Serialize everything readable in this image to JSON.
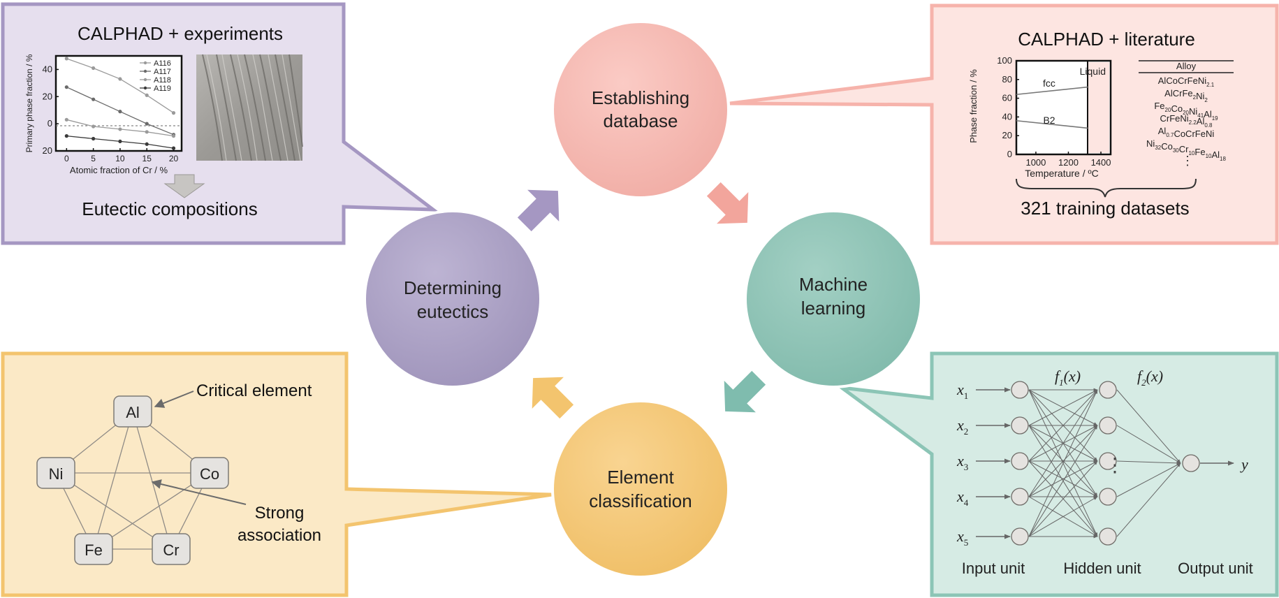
{
  "colors": {
    "purple_panel_fill": "#e6dfee",
    "purple_panel_border": "#a597c2",
    "purple_circle": "#a99ec3",
    "pink_panel_fill": "#fde5e1",
    "pink_panel_border": "#f6b3ab",
    "pink_circle": "#f5b8b1",
    "teal_panel_fill": "#d6ebe4",
    "teal_panel_border": "#8cc5b6",
    "teal_circle": "#8fc4b6",
    "yellow_panel_fill": "#fbe9c6",
    "yellow_panel_border": "#f3c46e",
    "yellow_circle": "#f5c877"
  },
  "cycle": {
    "establishing": [
      "Establishing",
      "database"
    ],
    "machine": [
      "Machine",
      "learning"
    ],
    "element": [
      "Element",
      "classification"
    ],
    "determining": [
      "Determining",
      "eutectics"
    ]
  },
  "experiments_panel": {
    "title": "CALPHAD + experiments",
    "result": "Eutectic compositions",
    "chart_ylabel": "Primary phase fraction / %",
    "chart_xlabel": "Atomic fraction of Cr / %",
    "x_ticks": [
      "0",
      "5",
      "10",
      "15",
      "20"
    ],
    "y_ticks": [
      "40",
      "20",
      "0",
      "20"
    ],
    "legend": [
      "A116",
      "A117",
      "A118",
      "A119"
    ]
  },
  "literature_panel": {
    "title": "CALPHAD + literature",
    "result": "321 training datasets",
    "chart_ylabel": "Phase fraction / %",
    "chart_xlabel": "Temperature / ºC",
    "x_ticks": [
      "1000",
      "1200",
      "1400"
    ],
    "y_ticks": [
      "0",
      "20",
      "40",
      "60",
      "80",
      "100"
    ],
    "phase_labels": {
      "fcc": "fcc",
      "b2": "B2",
      "liquid": "Liquid"
    },
    "alloy_header": "Alloy",
    "alloys": [
      {
        "base": [
          "AlCoCrFeNi"
        ],
        "sub": [
          "2.1"
        ]
      },
      {
        "base": [
          "AlCrFe",
          "Ni"
        ],
        "sub": [
          "2",
          "2"
        ]
      },
      {
        "base": [
          "Fe",
          "Co",
          "Ni",
          "Al"
        ],
        "sub": [
          "20",
          "20",
          "41",
          "19"
        ]
      },
      {
        "base": [
          "CrFeNi",
          "Al"
        ],
        "sub": [
          "2.2",
          "0.8"
        ]
      },
      {
        "base": [
          "Al",
          "CoCrFeNi"
        ],
        "sub": [
          "0.7",
          ""
        ]
      },
      {
        "base": [
          "Ni",
          "Co",
          "Cr",
          "Fe",
          "Al"
        ],
        "sub": [
          "32",
          "30",
          "10",
          "10",
          "18"
        ]
      }
    ],
    "ellipsis": "⋮"
  },
  "network_panel": {
    "inputs": [
      "x",
      "x",
      "x",
      "x",
      "x"
    ],
    "input_subs": [
      "1",
      "2",
      "3",
      "4",
      "5"
    ],
    "f1": "f",
    "f1_sub": "1",
    "f1_arg": "(x)",
    "f2": "f",
    "f2_sub": "2",
    "f2_arg": "(x)",
    "output": "y",
    "hidden_dots": "⋮",
    "labels": [
      "Input unit",
      "Hidden unit",
      "Output unit"
    ]
  },
  "element_panel": {
    "nodes": [
      "Al",
      "Ni",
      "Co",
      "Fe",
      "Cr"
    ],
    "critical": "Critical element",
    "strong": [
      "Strong",
      "association"
    ]
  },
  "chart_data": [
    {
      "type": "line",
      "title": "",
      "xlabel": "Atomic fraction of Cr / %",
      "ylabel": "Primary phase fraction / %",
      "x": [
        0,
        5,
        10,
        15,
        20
      ],
      "series": [
        {
          "name": "A116",
          "values": [
            48,
            41,
            33,
            21,
            8
          ]
        },
        {
          "name": "A117",
          "values": [
            27,
            18,
            9,
            0,
            -8
          ]
        },
        {
          "name": "A118",
          "values": [
            3,
            -2,
            -4,
            -6,
            -9
          ]
        },
        {
          "name": "A119",
          "values": [
            -9,
            -11,
            -13,
            -15,
            -18
          ]
        }
      ],
      "xlim": [
        -2,
        21.5
      ],
      "ylim": [
        -20,
        50
      ],
      "legend": "top-right"
    },
    {
      "type": "line",
      "title": "",
      "xlabel": "Temperature / ºC",
      "ylabel": "Phase fraction / %",
      "series": [
        {
          "name": "fcc",
          "x": [
            880,
            1320
          ],
          "values": [
            64,
            72
          ]
        },
        {
          "name": "B2",
          "x": [
            880,
            1320
          ],
          "values": [
            36,
            28
          ]
        }
      ],
      "xlim": [
        880,
        1460
      ],
      "ylim": [
        0,
        100
      ]
    }
  ]
}
